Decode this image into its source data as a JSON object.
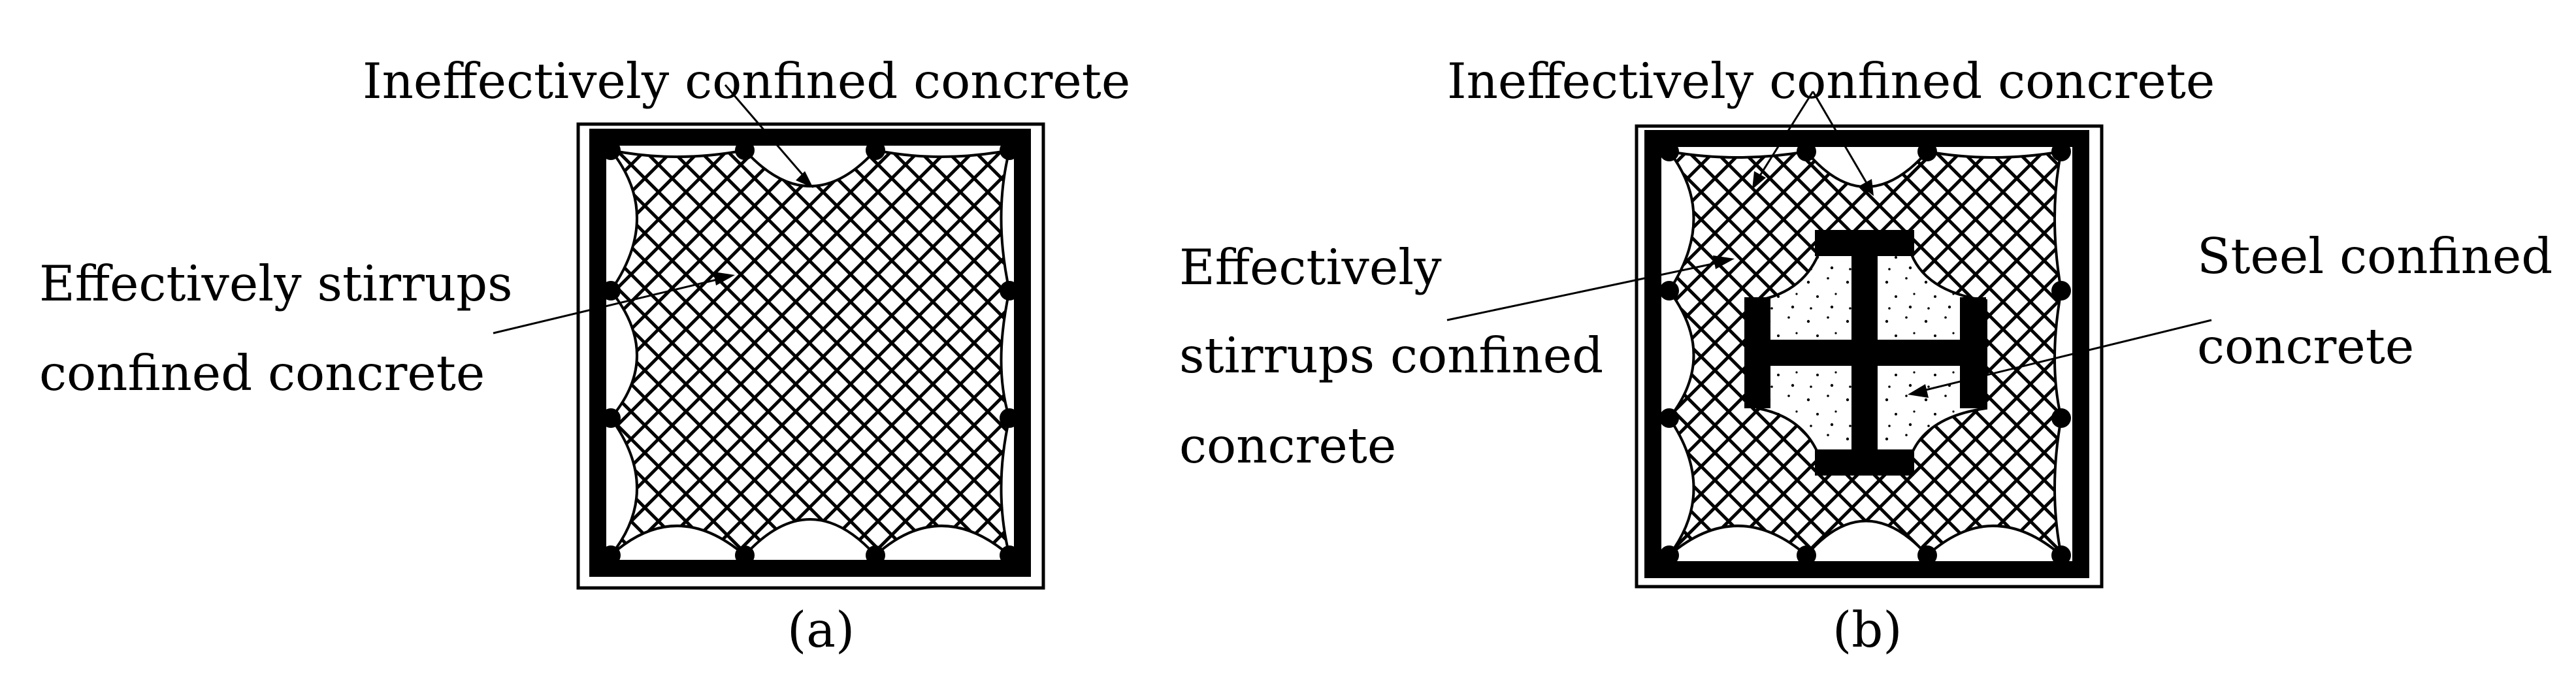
{
  "panel_a": {
    "caption": "(a)",
    "label_ineffective": "Ineffectively confined concrete",
    "label_effective_line1": "Effectively stirrups",
    "label_effective_line2": "confined concrete"
  },
  "panel_b": {
    "caption": "(b)",
    "label_ineffective": "Ineffectively confined concrete",
    "label_effective_line1": "Effectively",
    "label_effective_line2": "stirrups confined",
    "label_effective_line3": "concrete",
    "label_steel_line1": "Steel confined",
    "label_steel_line2": "concrete"
  },
  "colors": {
    "ink": "#000000",
    "background": "#ffffff"
  }
}
